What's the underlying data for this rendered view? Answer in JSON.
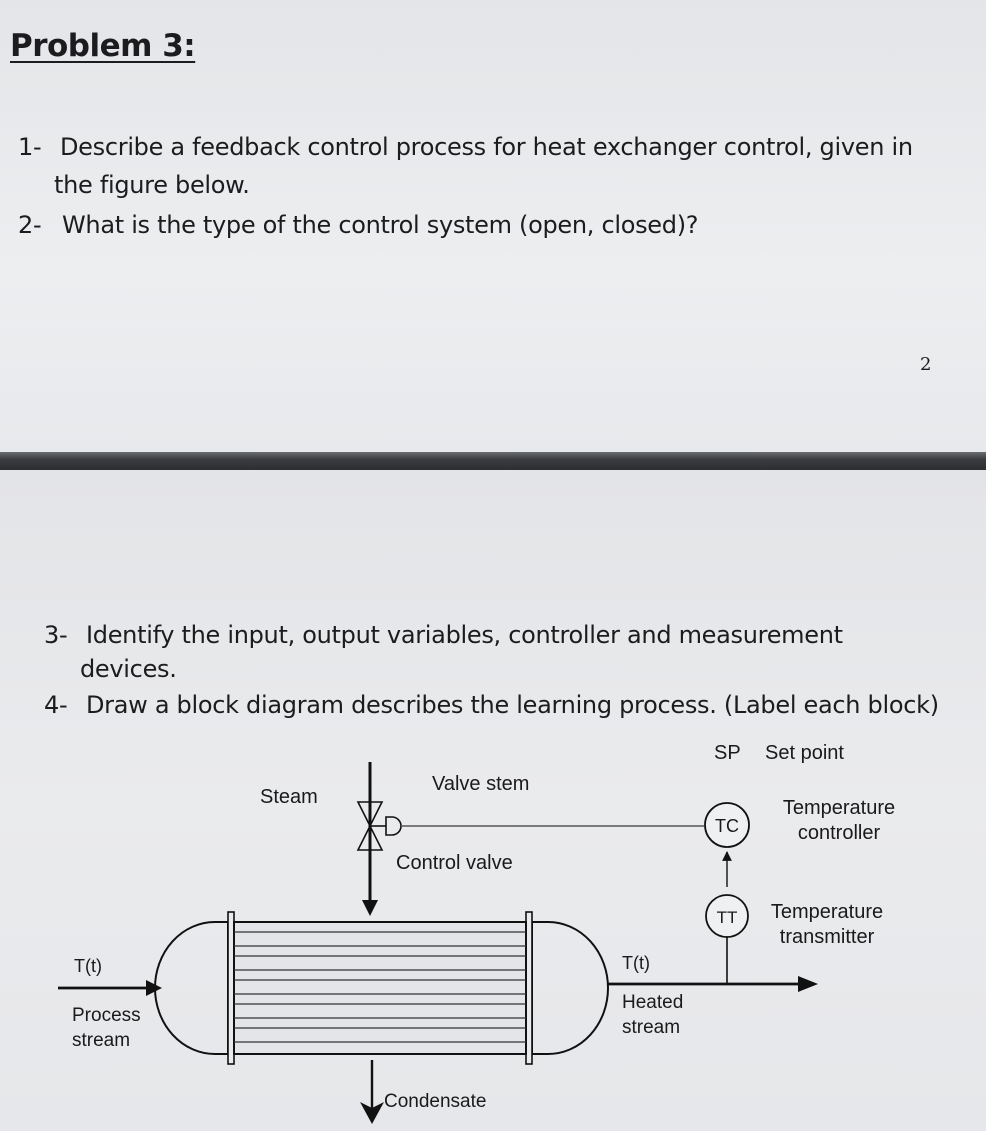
{
  "document": {
    "title": "Problem 3:",
    "questions_top": [
      {
        "number": "1-",
        "lines": [
          "Describe a feedback control process  for heat exchanger control, given in",
          "the figure below."
        ]
      },
      {
        "number": "2-",
        "lines": [
          "What is the type of the control system (open, closed)?"
        ]
      }
    ],
    "page_number": "2",
    "questions_bottom": [
      {
        "number": "3-",
        "lines": [
          "Identify the input, output variables, controller and measurement",
          "devices."
        ]
      },
      {
        "number": "4-",
        "lines": [
          "Draw a block diagram describes the learning process. (Label each block)"
        ]
      }
    ]
  },
  "diagram": {
    "sp_label": "SP",
    "setpoint_label": "Set point",
    "valve_stem_label": "Valve stem",
    "steam_label": "Steam",
    "control_valve_label": "Control valve",
    "tc_label": "TC",
    "tc_desc": [
      "Temperature",
      "controller"
    ],
    "tt_label": "TT",
    "tt_desc": [
      "Temperature",
      "transmitter"
    ],
    "inlet_temp_label": "T(t)",
    "outlet_temp_label": "T(t)",
    "process_stream": [
      "Process",
      "stream"
    ],
    "heated_stream": [
      "Heated",
      "stream"
    ],
    "condensate_label": "Condensate"
  }
}
